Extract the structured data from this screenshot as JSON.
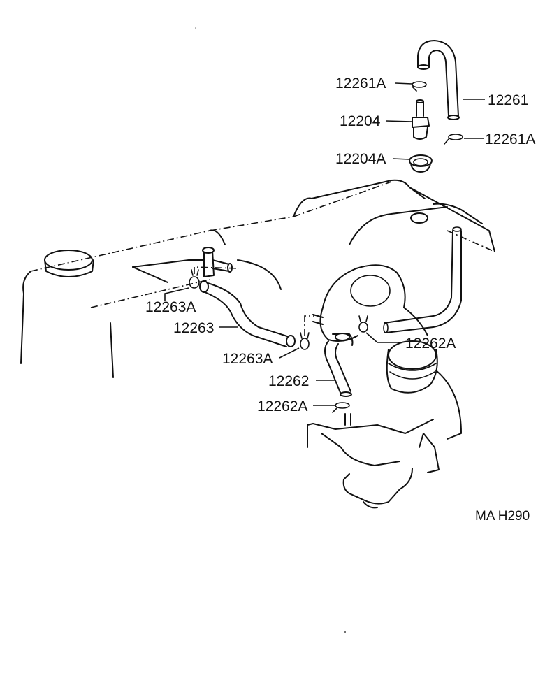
{
  "diagram_code": "MA H290",
  "parts": [
    {
      "id": "p1",
      "label": "12261A"
    },
    {
      "id": "p2",
      "label": "12261"
    },
    {
      "id": "p3",
      "label": "12204"
    },
    {
      "id": "p4",
      "label": "12261A"
    },
    {
      "id": "p5",
      "label": "12204A"
    },
    {
      "id": "p6",
      "label": "12263A"
    },
    {
      "id": "p7",
      "label": "12263"
    },
    {
      "id": "p8",
      "label": "12263A"
    },
    {
      "id": "p9",
      "label": "12262A"
    },
    {
      "id": "p10",
      "label": "12262"
    },
    {
      "id": "p11",
      "label": "12262A"
    }
  ]
}
